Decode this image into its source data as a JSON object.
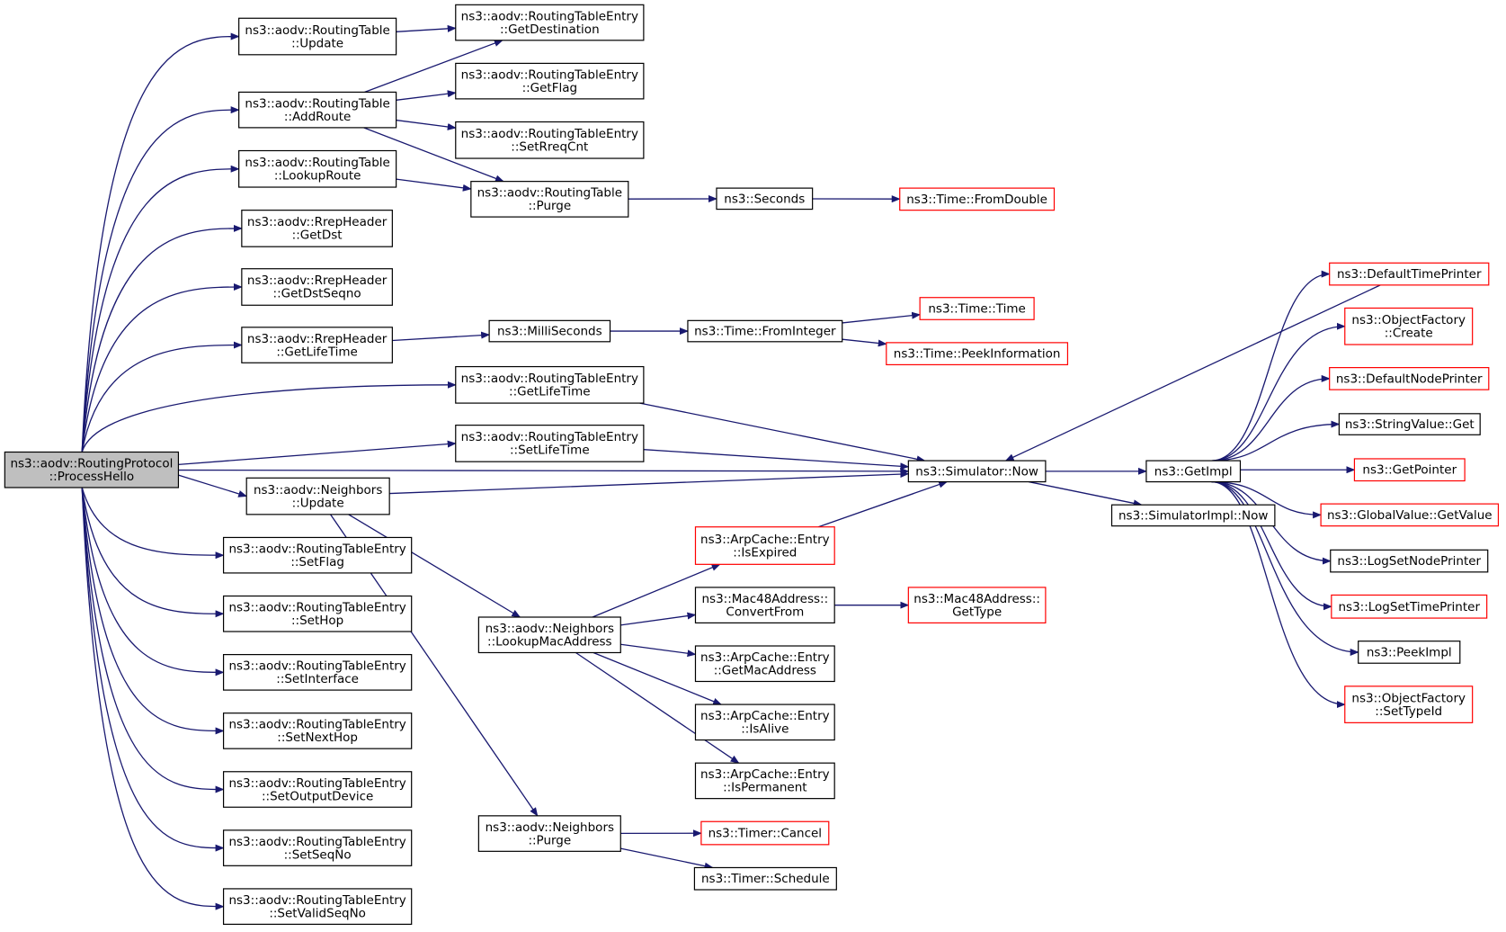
{
  "diagram": {
    "nodes": [
      {
        "id": "root",
        "lines": [
          "ns3::aodv::RoutingProtocol",
          "::ProcessHello"
        ],
        "root": true
      },
      {
        "id": "rt_update",
        "lines": [
          "ns3::aodv::RoutingTable",
          "::Update"
        ]
      },
      {
        "id": "rt_addroute",
        "lines": [
          "ns3::aodv::RoutingTable",
          "::AddRoute"
        ]
      },
      {
        "id": "rt_lookuproute",
        "lines": [
          "ns3::aodv::RoutingTable",
          "::LookupRoute"
        ]
      },
      {
        "id": "rrep_getdst",
        "lines": [
          "ns3::aodv::RrepHeader",
          "::GetDst"
        ]
      },
      {
        "id": "rrep_getdstseqno",
        "lines": [
          "ns3::aodv::RrepHeader",
          "::GetDstSeqno"
        ]
      },
      {
        "id": "rrep_getlifetime",
        "lines": [
          "ns3::aodv::RrepHeader",
          "::GetLifeTime"
        ]
      },
      {
        "id": "rte_getdestination",
        "lines": [
          "ns3::aodv::RoutingTableEntry",
          "::GetDestination"
        ]
      },
      {
        "id": "rte_getflag",
        "lines": [
          "ns3::aodv::RoutingTableEntry",
          "::GetFlag"
        ]
      },
      {
        "id": "rte_setreqcnt",
        "lines": [
          "ns3::aodv::RoutingTableEntry",
          "::SetRreqCnt"
        ]
      },
      {
        "id": "rt_purge",
        "lines": [
          "ns3::aodv::RoutingTable",
          "::Purge"
        ]
      },
      {
        "id": "seconds",
        "lines": [
          "ns3::Seconds"
        ]
      },
      {
        "id": "time_fromdouble",
        "lines": [
          "ns3::Time::FromDouble"
        ],
        "red": true
      },
      {
        "id": "milliseconds",
        "lines": [
          "ns3::MilliSeconds"
        ]
      },
      {
        "id": "time_frominteger",
        "lines": [
          "ns3::Time::FromInteger"
        ]
      },
      {
        "id": "time_time",
        "lines": [
          "ns3::Time::Time"
        ],
        "red": true
      },
      {
        "id": "time_peekinfo",
        "lines": [
          "ns3::Time::PeekInformation"
        ],
        "red": true
      },
      {
        "id": "rte_getlifetime",
        "lines": [
          "ns3::aodv::RoutingTableEntry",
          "::GetLifeTime"
        ]
      },
      {
        "id": "rte_setlifetime",
        "lines": [
          "ns3::aodv::RoutingTableEntry",
          "::SetLifeTime"
        ]
      },
      {
        "id": "nb_update",
        "lines": [
          "ns3::aodv::Neighbors",
          "::Update"
        ]
      },
      {
        "id": "sim_now",
        "lines": [
          "ns3::Simulator::Now"
        ]
      },
      {
        "id": "getimpl",
        "lines": [
          "ns3::GetImpl"
        ]
      },
      {
        "id": "simimpl_now",
        "lines": [
          "ns3::SimulatorImpl::Now"
        ]
      },
      {
        "id": "default_time_printer",
        "lines": [
          "ns3::DefaultTimePrinter"
        ],
        "red": true
      },
      {
        "id": "of_create",
        "lines": [
          "ns3::ObjectFactory",
          "::Create"
        ],
        "red": true
      },
      {
        "id": "default_node_printer",
        "lines": [
          "ns3::DefaultNodePrinter"
        ],
        "red": true
      },
      {
        "id": "stringvalue_get",
        "lines": [
          "ns3::StringValue::Get"
        ]
      },
      {
        "id": "getpointer",
        "lines": [
          "ns3::GetPointer"
        ],
        "red": true
      },
      {
        "id": "globalvalue_getvalue",
        "lines": [
          "ns3::GlobalValue::GetValue"
        ],
        "red": true
      },
      {
        "id": "logsetnodeprinter",
        "lines": [
          "ns3::LogSetNodePrinter"
        ]
      },
      {
        "id": "logsettimeprinter",
        "lines": [
          "ns3::LogSetTimePrinter"
        ],
        "red": true
      },
      {
        "id": "peekimpl",
        "lines": [
          "ns3::PeekImpl"
        ]
      },
      {
        "id": "of_settypeid",
        "lines": [
          "ns3::ObjectFactory",
          "::SetTypeId"
        ],
        "red": true
      },
      {
        "id": "arp_isexpired",
        "lines": [
          "ns3::ArpCache::Entry",
          "::IsExpired"
        ],
        "red": true
      },
      {
        "id": "mac_convertfrom",
        "lines": [
          "ns3::Mac48Address::",
          "ConvertFrom"
        ]
      },
      {
        "id": "mac_gettype",
        "lines": [
          "ns3::Mac48Address::",
          "GetType"
        ],
        "red": true
      },
      {
        "id": "nb_lookupmac",
        "lines": [
          "ns3::aodv::Neighbors",
          "::LookupMacAddress"
        ]
      },
      {
        "id": "arp_getmac",
        "lines": [
          "ns3::ArpCache::Entry",
          "::GetMacAddress"
        ]
      },
      {
        "id": "arp_isalive",
        "lines": [
          "ns3::ArpCache::Entry",
          "::IsAlive"
        ]
      },
      {
        "id": "arp_ispermanent",
        "lines": [
          "ns3::ArpCache::Entry",
          "::IsPermanent"
        ]
      },
      {
        "id": "nb_purge",
        "lines": [
          "ns3::aodv::Neighbors",
          "::Purge"
        ]
      },
      {
        "id": "timer_cancel",
        "lines": [
          "ns3::Timer::Cancel"
        ],
        "red": true
      },
      {
        "id": "timer_schedule",
        "lines": [
          "ns3::Timer::Schedule"
        ]
      },
      {
        "id": "rte_setflag",
        "lines": [
          "ns3::aodv::RoutingTableEntry",
          "::SetFlag"
        ]
      },
      {
        "id": "rte_sethop",
        "lines": [
          "ns3::aodv::RoutingTableEntry",
          "::SetHop"
        ]
      },
      {
        "id": "rte_setinterface",
        "lines": [
          "ns3::aodv::RoutingTableEntry",
          "::SetInterface"
        ]
      },
      {
        "id": "rte_setnexthop",
        "lines": [
          "ns3::aodv::RoutingTableEntry",
          "::SetNextHop"
        ]
      },
      {
        "id": "rte_setoutputdevice",
        "lines": [
          "ns3::aodv::RoutingTableEntry",
          "::SetOutputDevice"
        ]
      },
      {
        "id": "rte_setseqno",
        "lines": [
          "ns3::aodv::RoutingTableEntry",
          "::SetSeqNo"
        ]
      },
      {
        "id": "rte_setvalidseqno",
        "lines": [
          "ns3::aodv::RoutingTableEntry",
          "::SetValidSeqNo"
        ]
      }
    ],
    "edges": [
      [
        "root",
        "rt_update"
      ],
      [
        "root",
        "rt_addroute"
      ],
      [
        "root",
        "rt_lookuproute"
      ],
      [
        "root",
        "rrep_getdst"
      ],
      [
        "root",
        "rrep_getdstseqno"
      ],
      [
        "root",
        "rrep_getlifetime"
      ],
      [
        "root",
        "rte_getlifetime"
      ],
      [
        "root",
        "rte_setlifetime"
      ],
      [
        "root",
        "nb_update"
      ],
      [
        "root",
        "sim_now"
      ],
      [
        "root",
        "rte_setflag"
      ],
      [
        "root",
        "rte_sethop"
      ],
      [
        "root",
        "rte_setinterface"
      ],
      [
        "root",
        "rte_setnexthop"
      ],
      [
        "root",
        "rte_setoutputdevice"
      ],
      [
        "root",
        "rte_setseqno"
      ],
      [
        "root",
        "rte_setvalidseqno"
      ],
      [
        "rt_update",
        "rte_getdestination"
      ],
      [
        "rt_addroute",
        "rte_getdestination"
      ],
      [
        "rt_addroute",
        "rte_getflag"
      ],
      [
        "rt_addroute",
        "rte_setreqcnt"
      ],
      [
        "rt_addroute",
        "rt_purge"
      ],
      [
        "rt_lookuproute",
        "rt_purge"
      ],
      [
        "rt_purge",
        "seconds"
      ],
      [
        "seconds",
        "time_fromdouble"
      ],
      [
        "rrep_getlifetime",
        "milliseconds"
      ],
      [
        "milliseconds",
        "time_frominteger"
      ],
      [
        "time_frominteger",
        "time_time"
      ],
      [
        "time_frominteger",
        "time_peekinfo"
      ],
      [
        "rte_getlifetime",
        "sim_now"
      ],
      [
        "rte_setlifetime",
        "sim_now"
      ],
      [
        "nb_update",
        "sim_now"
      ],
      [
        "nb_update",
        "nb_lookupmac"
      ],
      [
        "nb_update",
        "nb_purge"
      ],
      [
        "nb_lookupmac",
        "arp_isexpired"
      ],
      [
        "nb_lookupmac",
        "mac_convertfrom"
      ],
      [
        "nb_lookupmac",
        "arp_getmac"
      ],
      [
        "nb_lookupmac",
        "arp_isalive"
      ],
      [
        "nb_lookupmac",
        "arp_ispermanent"
      ],
      [
        "arp_isexpired",
        "sim_now"
      ],
      [
        "mac_convertfrom",
        "mac_gettype"
      ],
      [
        "nb_purge",
        "timer_cancel"
      ],
      [
        "nb_purge",
        "timer_schedule"
      ],
      [
        "sim_now",
        "getimpl"
      ],
      [
        "sim_now",
        "simimpl_now"
      ],
      [
        "getimpl",
        "default_time_printer"
      ],
      [
        "default_time_printer",
        "sim_now"
      ],
      [
        "getimpl",
        "of_create"
      ],
      [
        "getimpl",
        "default_node_printer"
      ],
      [
        "getimpl",
        "stringvalue_get"
      ],
      [
        "getimpl",
        "getpointer"
      ],
      [
        "getimpl",
        "globalvalue_getvalue"
      ],
      [
        "getimpl",
        "logsetnodeprinter"
      ],
      [
        "getimpl",
        "logsettimeprinter"
      ],
      [
        "getimpl",
        "peekimpl"
      ],
      [
        "getimpl",
        "of_settypeid"
      ]
    ]
  }
}
